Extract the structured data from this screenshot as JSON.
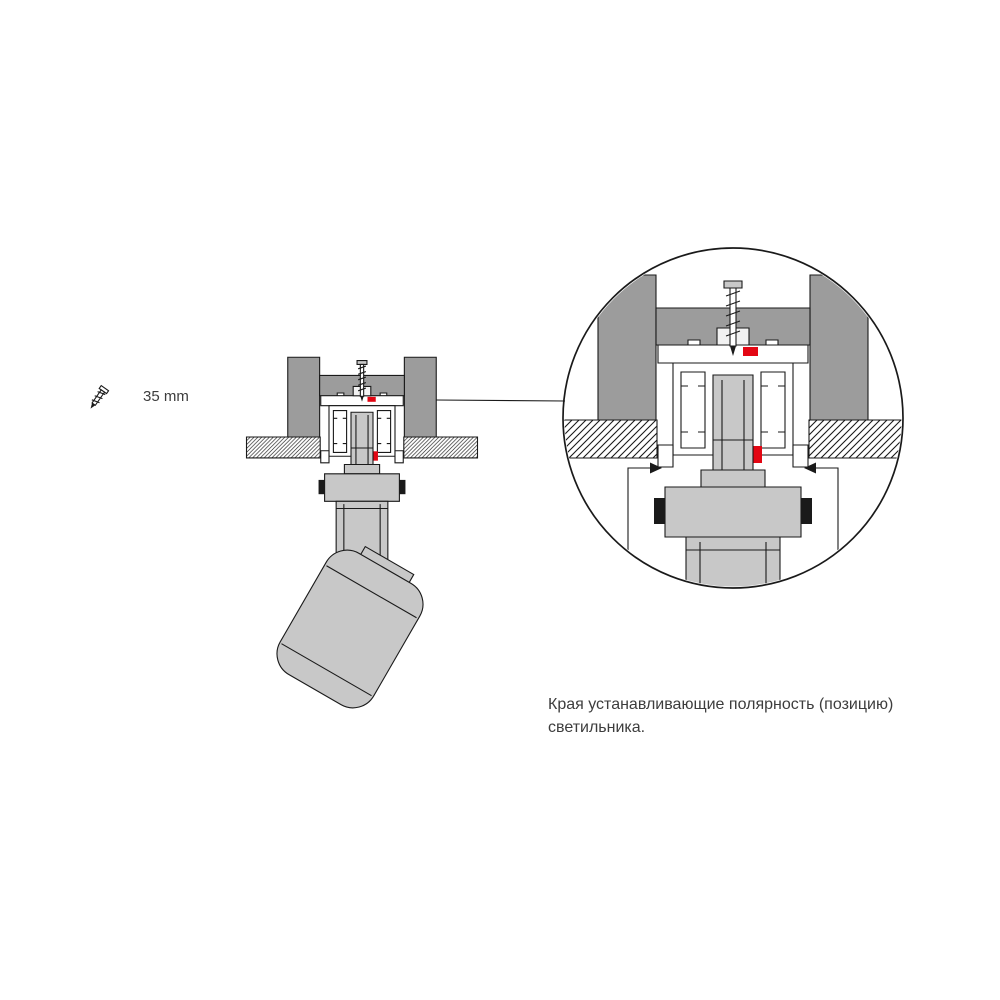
{
  "labels": {
    "screw_length": "35 mm",
    "caption_line1": "Края устанавливающие полярность (позицию)",
    "caption_line2": "светильника."
  },
  "colors": {
    "ink": "#1a1a1a",
    "fixture_gray": "#c8c8c8",
    "housing_gray": "#9c9c9c",
    "polarity_red": "#e30613",
    "text": "#3d3d3d",
    "background": "#ffffff"
  },
  "icons": {
    "screw": "screw-icon"
  }
}
